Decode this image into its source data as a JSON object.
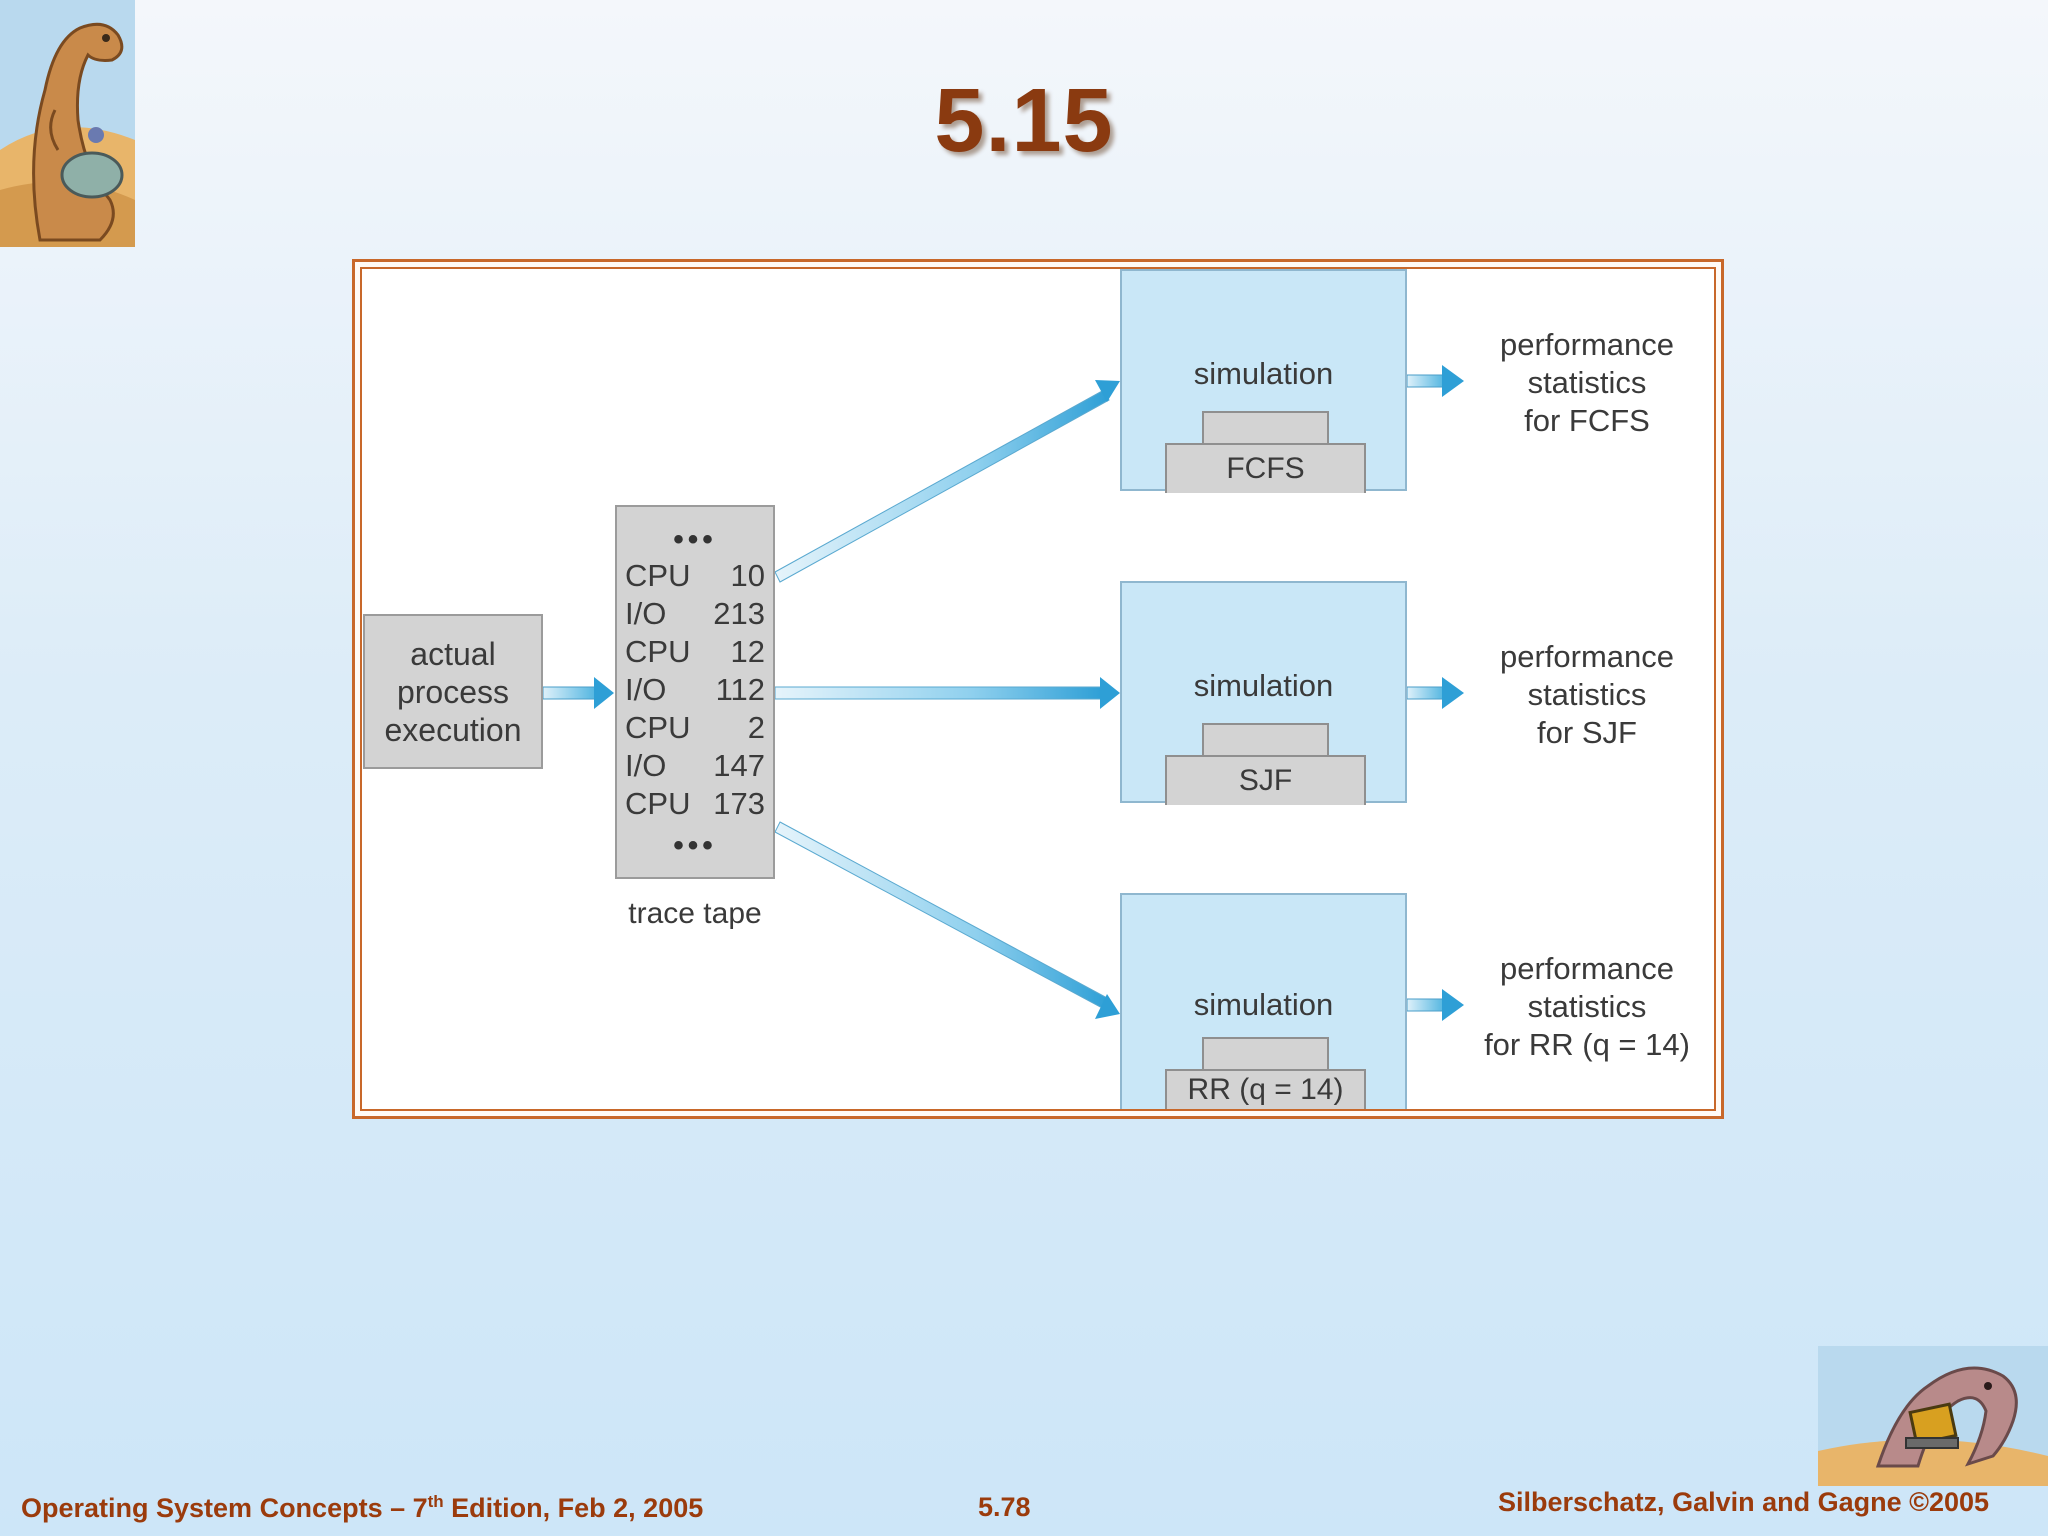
{
  "slide": {
    "title": "5.15"
  },
  "diagram": {
    "source": {
      "label": "actual\nprocess\nexecution"
    },
    "trace_tape": {
      "caption": "trace tape",
      "top_ellipsis": "•••",
      "bottom_ellipsis": "•••",
      "entries": [
        {
          "op": "CPU",
          "value": "10"
        },
        {
          "op": "I/O",
          "value": "213"
        },
        {
          "op": "CPU",
          "value": "12"
        },
        {
          "op": "I/O",
          "value": "112"
        },
        {
          "op": "CPU",
          "value": "2"
        },
        {
          "op": "I/O",
          "value": "147"
        },
        {
          "op": "CPU",
          "value": "173"
        }
      ]
    },
    "simulations": [
      {
        "label": "simulation",
        "algorithm": "FCFS",
        "stats": "performance\nstatistics\nfor FCFS"
      },
      {
        "label": "simulation",
        "algorithm": "SJF",
        "stats": "performance\nstatistics\nfor SJF"
      },
      {
        "label": "simulation",
        "algorithm": "RR (q = 14)",
        "stats": "performance\nstatistics\nfor RR (q = 14)"
      }
    ]
  },
  "colors": {
    "title": "#8a3a10",
    "frame": "#c8682a",
    "sim_box": "#c9e7f7",
    "arrow": "#3aa6d6",
    "footer": "#9b3b0c"
  },
  "footer": {
    "left_prefix": "Operating System Concepts – 7",
    "left_sup": "th",
    "left_suffix": " Edition, Feb 2, 2005",
    "center": "5.78",
    "right": "Silberschatz, Galvin and Gagne ©2005"
  }
}
